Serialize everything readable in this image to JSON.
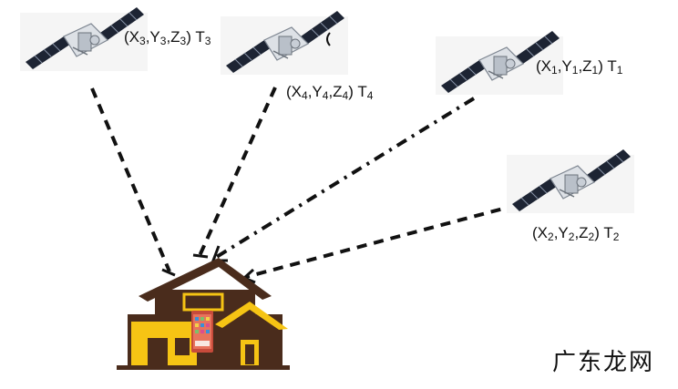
{
  "satellites": [
    {
      "id": "sat3",
      "sub": "3",
      "time_sub": "3"
    },
    {
      "id": "sat4",
      "sub": "4",
      "time_sub": "4"
    },
    {
      "id": "sat1",
      "sub": "1",
      "time_sub": "1"
    },
    {
      "id": "sat2",
      "sub": "2",
      "time_sub": "2"
    }
  ],
  "label_parts": {
    "open": "(X",
    "y": ",Y",
    "z": ",Z",
    "close": ")",
    "t": " T"
  },
  "watermark": "广东龙网",
  "colors": {
    "house_brown": "#4a2c1c",
    "house_yellow": "#f6c414",
    "signal_line": "#111111",
    "satellite_panel": "#1d2433",
    "satellite_body": "#dde1e6"
  }
}
